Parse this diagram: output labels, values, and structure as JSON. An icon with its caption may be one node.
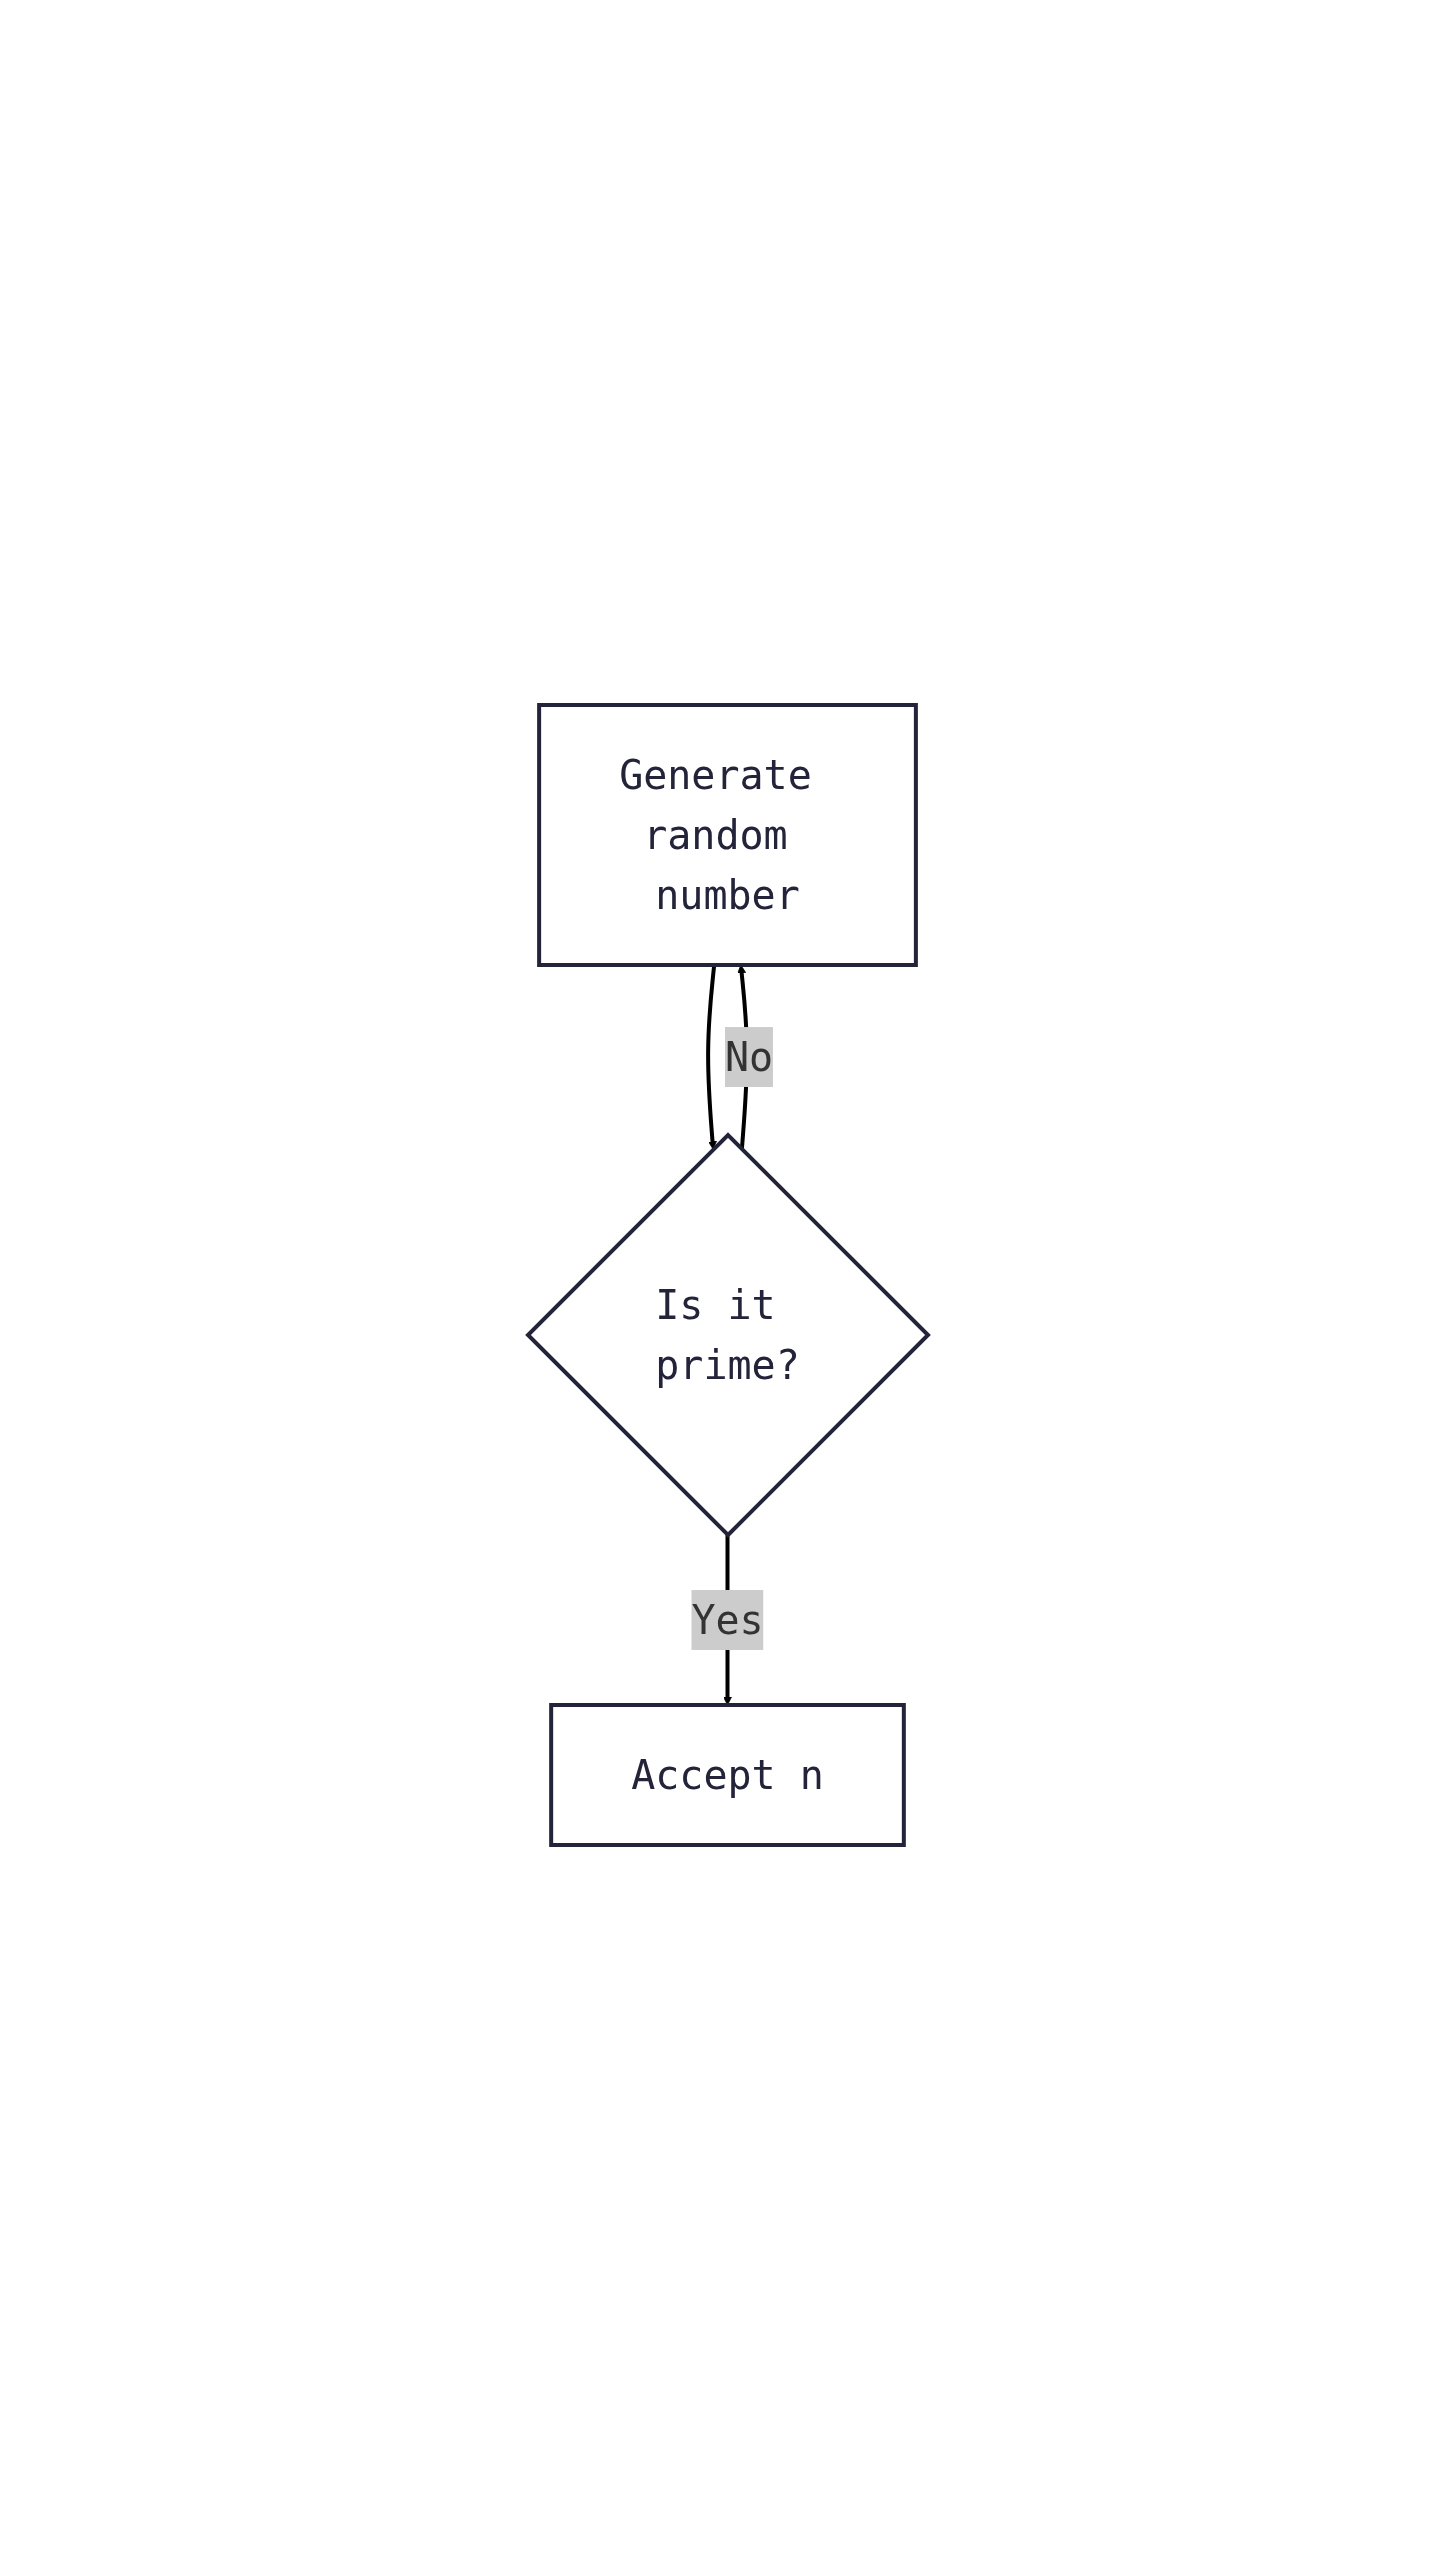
{
  "diagram": {
    "nodes": [
      {
        "text": [
          "Generate random number"
        ]
      },
      {
        "text": [
          "Is it prime?"
        ]
      },
      {
        "text": [
          "Accept n"
        ]
      }
    ],
    "edges": [
      {
        "from": 0,
        "to": 1,
        "arrow": "to"
      },
      {
        "from": 1,
        "to": 0,
        "arrow": "to",
        "label": "No"
      },
      {
        "from": 1,
        "to": 2,
        "arrow": "to",
        "label": "Yes"
      }
    ]
  }
}
